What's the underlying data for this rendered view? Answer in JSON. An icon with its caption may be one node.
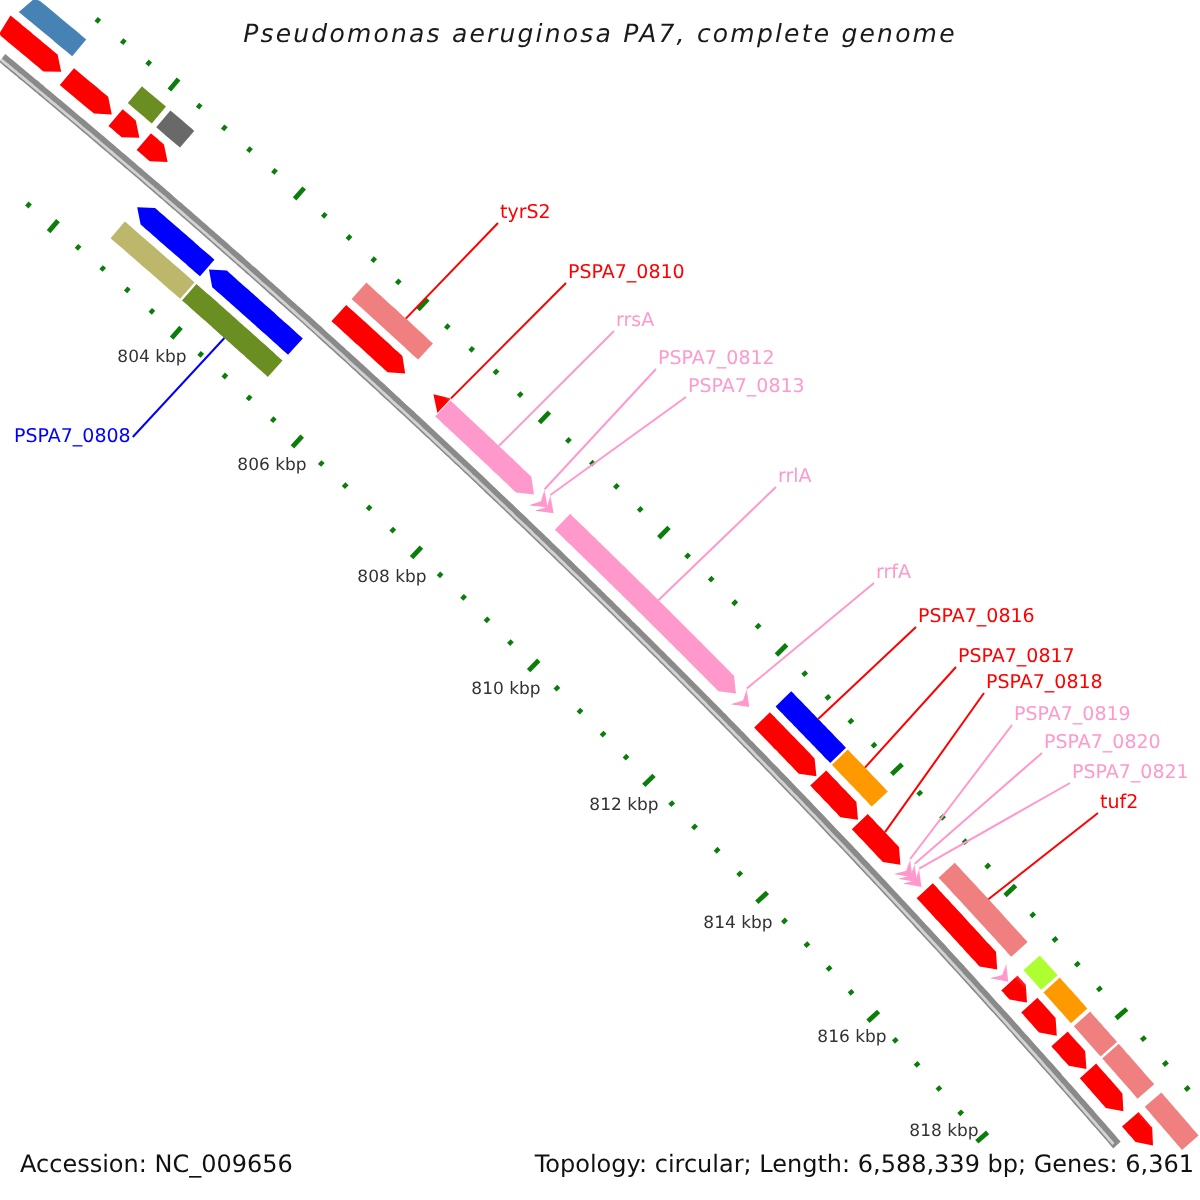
{
  "diagram": {
    "title": "Pseudomonas aeruginosa PA7, complete genome",
    "nodes": [
      {
        "text": [
          "tyrS2"
        ]
      },
      {
        "text": [
          "PSPA7_0810"
        ]
      },
      {
        "text": [
          "rrsA"
        ]
      },
      {
        "text": [
          "PSPA7_0812"
        ]
      },
      {
        "text": [
          "PSPA7_0813"
        ]
      },
      {
        "text": [
          "PSPA7_0808"
        ]
      },
      {
        "text": [
          "rrlA"
        ]
      },
      {
        "text": [
          "rrfA"
        ]
      },
      {
        "text": [
          "PSPA7_0816"
        ]
      },
      {
        "text": [
          "PSPA7_0817"
        ]
      },
      {
        "text": [
          "PSPA7_0818"
        ]
      },
      {
        "text": [
          "PSPA7_0819"
        ]
      },
      {
        "text": [
          "PSPA7_0820"
        ]
      },
      {
        "text": [
          "PSPA7_0821"
        ]
      },
      {
        "text": [
          "tuf2"
        ]
      },
      {
        "text": [],
        "shape": "pentagon"
      },
      {
        "text": [],
        "shape": "bar"
      },
      {
        "text": [],
        "shape": "pentagon"
      },
      {
        "text": [],
        "shape": "pentagon"
      },
      {
        "text": [],
        "shape": "bar"
      },
      {
        "text": [],
        "shape": "pentagon"
      },
      {
        "text": [],
        "shape": "bar"
      },
      {
        "text": [],
        "shape": "pentagon"
      },
      {
        "text": [],
        "shape": "bar"
      },
      {
        "text": [],
        "shape": "pentagon"
      },
      {
        "text": [],
        "shape": "bar"
      },
      {
        "text": [],
        "shape": "pentagon"
      },
      {
        "text": [],
        "shape": "bar"
      },
      {
        "text": [],
        "shape": "triangle"
      },
      {
        "text": [],
        "shape": "pentagon"
      },
      {
        "text": [],
        "shape": "triangle"
      },
      {
        "text": [],
        "shape": "triangle"
      },
      {
        "text": [],
        "shape": "pentagon"
      },
      {
        "text": [],
        "shape": "triangle"
      },
      {
        "text": [],
        "shape": "pentagon"
      },
      {
        "text": [],
        "shape": "bar"
      },
      {
        "text": [],
        "shape": "pentagon"
      },
      {
        "text": [],
        "shape": "bar"
      },
      {
        "text": [],
        "shape": "pentagon"
      },
      {
        "text": [],
        "shape": "triangle"
      },
      {
        "text": [],
        "shape": "triangle"
      },
      {
        "text": [],
        "shape": "triangle"
      },
      {
        "text": [],
        "shape": "pentagon"
      },
      {
        "text": [],
        "shape": "bar"
      },
      {
        "text": [],
        "shape": "triangle"
      },
      {
        "text": [],
        "shape": "pentagon"
      },
      {
        "text": [],
        "shape": "bar"
      },
      {
        "text": [],
        "shape": "pentagon"
      },
      {
        "text": [],
        "shape": "bar"
      },
      {
        "text": [],
        "shape": "pentagon"
      },
      {
        "text": [],
        "shape": "bar"
      },
      {
        "text": [],
        "shape": "pentagon"
      },
      {
        "text": [],
        "shape": "bar"
      },
      {
        "text": [],
        "shape": "pentagon"
      },
      {
        "text": [],
        "shape": "bar"
      }
    ],
    "edges": [
      {
        "from": 0,
        "to": 27,
        "arrow": "none",
        "color": "#ff0000"
      },
      {
        "from": 1,
        "to": 28,
        "arrow": "none",
        "color": "#ff0000"
      },
      {
        "from": 2,
        "to": 29,
        "arrow": "none"
      },
      {
        "from": 3,
        "to": 30,
        "arrow": "none"
      },
      {
        "from": 4,
        "to": 31,
        "arrow": "none"
      },
      {
        "from": 5,
        "to": 25,
        "arrow": "none",
        "color": "#0000ff"
      },
      {
        "from": 6,
        "to": 32,
        "arrow": "none"
      },
      {
        "from": 7,
        "to": 33,
        "arrow": "none"
      },
      {
        "from": 8,
        "to": 35,
        "arrow": "none",
        "color": "#ff0000"
      },
      {
        "from": 9,
        "to": 37,
        "arrow": "none",
        "color": "#ff0000"
      },
      {
        "from": 10,
        "to": 38,
        "arrow": "none",
        "color": "#ff0000"
      },
      {
        "from": 11,
        "to": 39,
        "arrow": "none"
      },
      {
        "from": 12,
        "to": 40,
        "arrow": "none"
      },
      {
        "from": 13,
        "to": 41,
        "arrow": "none"
      },
      {
        "from": 14,
        "to": 43,
        "arrow": "none",
        "color": "#ff0000"
      }
    ],
    "labels": [
      "804 kbp",
      "806 kbp",
      "808 kbp",
      "810 kbp",
      "812 kbp",
      "814 kbp",
      "816 kbp",
      "818 kbp",
      "Accession: NC_009656",
      "Topology: circular; Length: 6,588,339 bp; Genes: 6,361"
    ]
  }
}
